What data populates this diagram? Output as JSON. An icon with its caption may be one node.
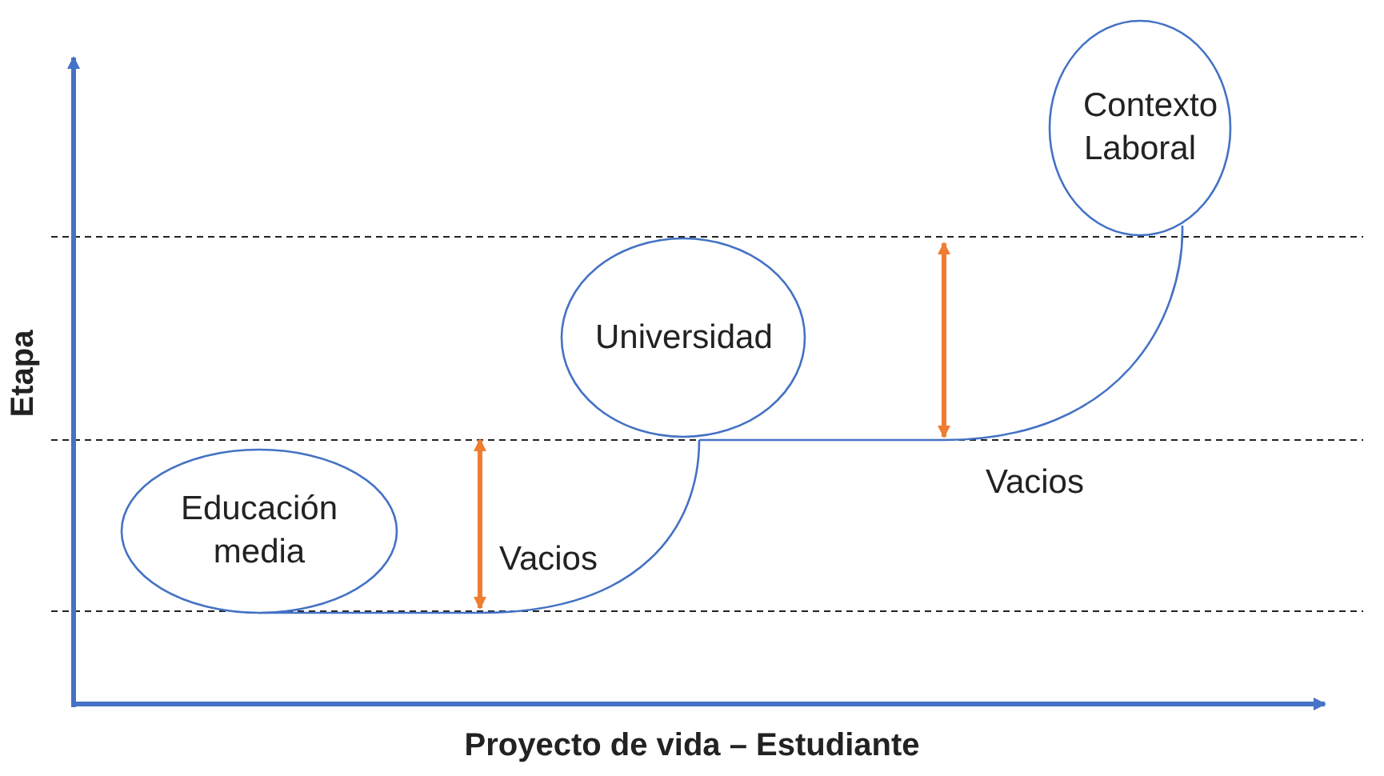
{
  "diagram": {
    "nodes": [
      {
        "text": [
          "Educación media"
        ]
      },
      {
        "text": [
          "Universidad"
        ]
      },
      {
        "text": [
          "Contexto Laboral"
        ]
      }
    ],
    "edges": [
      {
        "from": 0,
        "to": 1,
        "arrow": "none"
      },
      {
        "from": 1,
        "to": 2,
        "arrow": "none"
      }
    ],
    "labels": [
      "Etapa",
      "Vacios",
      "Vacios",
      "Proyecto de vida – Estudiante"
    ]
  }
}
